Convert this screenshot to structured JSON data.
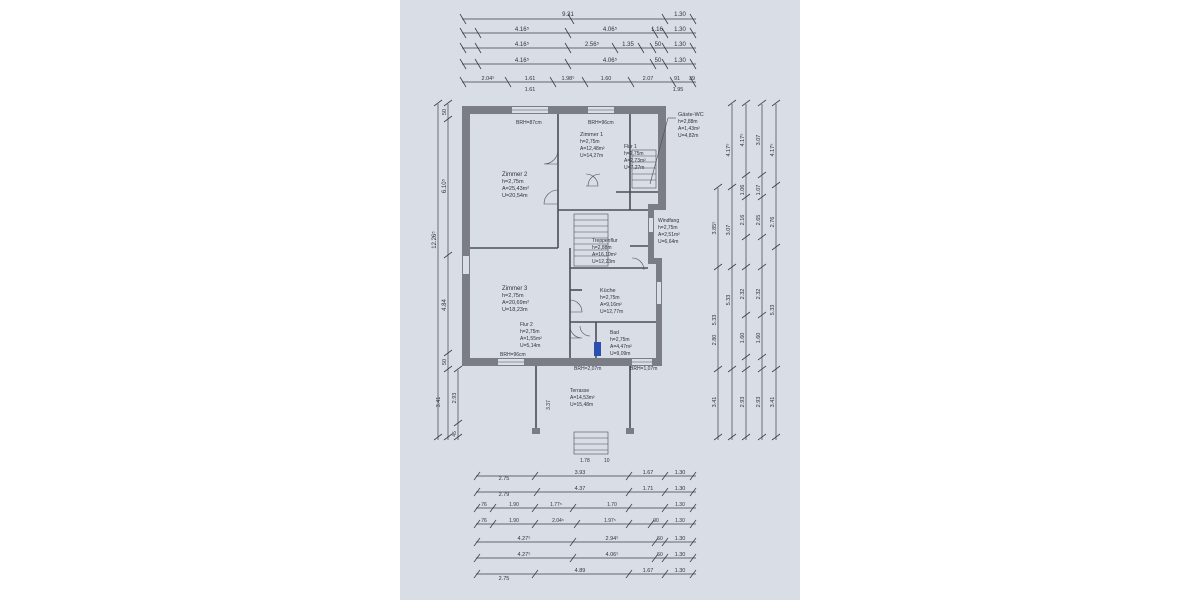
{
  "top_dims": {
    "row0": [
      "9.31",
      "1.30"
    ],
    "row1": [
      "4.16⁵",
      "4.06⁵",
      "1.16",
      "1.30"
    ],
    "row2": [
      "4.16⁵",
      "2.56⁵",
      "1.35",
      "50",
      "1.30"
    ],
    "row3": [
      "4.16⁵",
      "4.06⁵",
      "50",
      "1.30"
    ],
    "row4a": [
      "2.04⁵",
      "1.61",
      "1.98⁵",
      "1.60",
      "2.07",
      "91",
      "39"
    ],
    "row4b": [
      "1.61",
      "1.95"
    ]
  },
  "bottom_dims": {
    "row1": [
      "2.75",
      "3.93",
      "1.67",
      "1.30"
    ],
    "row2": [
      "2.79",
      "4.37",
      "1.71",
      "1.30"
    ],
    "row3": [
      "76",
      "1.90",
      "1.77⁵",
      "1.70",
      "1.30"
    ],
    "row4": [
      "76",
      "1.90",
      "2.04⁵",
      "1.97⁵",
      "90",
      "1.30"
    ],
    "row5": [
      "4.27⁵",
      "2.94⁵",
      "50",
      "1.30"
    ],
    "row6": [
      "4.27⁵",
      "4.06⁵",
      "50",
      "1.30"
    ],
    "row7": [
      "2.75",
      "4.89",
      "1.67",
      "1.30"
    ]
  },
  "left_dims": {
    "outer": [
      "12.26⁵"
    ],
    "inner": [
      "50",
      "6.10⁵",
      "4.84",
      "50",
      "3.41"
    ],
    "small": [
      "2.93",
      "3.37",
      "45"
    ]
  },
  "right_dims": {
    "col1": [
      "3.85⁵",
      "5.33",
      "2.80",
      "3.41"
    ],
    "col2": [
      "4.17⁵",
      "3.07",
      "1.06",
      "2.16",
      "2.32",
      "1.60",
      "2.93"
    ],
    "col3": [
      "4.17⁵",
      "3.07",
      "1.07",
      "2.65",
      "2.32",
      "1.60",
      "2.93"
    ],
    "col4": [
      "4.17⁵",
      "2.76",
      "5.33",
      "3.41"
    ]
  },
  "rooms": [
    {
      "name": "Zimmer 2",
      "h": "h=2,75m",
      "a": "A=25,43m²",
      "u": "U=20,54m"
    },
    {
      "name": "Zimmer 1",
      "h": "h=2,75m",
      "a": "A=12,48m²",
      "u": "U=14,27m"
    },
    {
      "name": "Flur 1",
      "h": "h=2,75m",
      "a": "A=2,73m²",
      "u": "U=7,27m"
    },
    {
      "name": "Gäste-WC",
      "h": "h=2,88m",
      "a": "A=1,43m²",
      "u": "U=4,82m"
    },
    {
      "name": "Windfang",
      "h": "h=2,75m",
      "a": "A=2,51m²",
      "u": "U=6,64m"
    },
    {
      "name": "Treppenflur",
      "h": "h=2,88m",
      "a": "A=16,10m²",
      "u": "U=12,23m"
    },
    {
      "name": "Zimmer 3",
      "h": "h=2,75m",
      "a": "A=20,69m²",
      "u": "U=18,23m"
    },
    {
      "name": "Küche",
      "h": "h=2,75m",
      "a": "A=9,16m²",
      "u": "U=12,77m"
    },
    {
      "name": "Flur 2",
      "h": "h=2,75m",
      "a": "A=1,55m²",
      "u": "U=5,14m"
    },
    {
      "name": "Bad",
      "h": "h=2,75m",
      "a": "A=4,47m²",
      "u": "U=9,09m"
    },
    {
      "name": "Terrasse",
      "a": "A=14,53m²",
      "u": "U=15,48m"
    }
  ],
  "windows": [
    "BRH=87cm",
    "BRH=96cm",
    "BRH=96cm",
    "BRH=1,07m",
    "BRH=2,07m"
  ],
  "stairs_bottom": [
    "1.78",
    "10"
  ],
  "colors": {
    "sheet": "#d9dde6",
    "wall": "#7a7d86",
    "ink": "#2f3440",
    "bath_fixture": "#2a4fb0"
  }
}
